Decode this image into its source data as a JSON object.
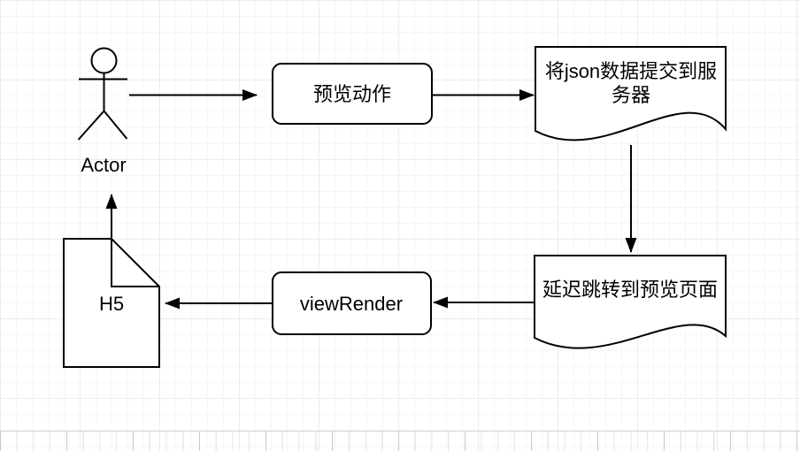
{
  "diagram": {
    "nodes": {
      "actor": {
        "shape": "actor",
        "label": "Actor"
      },
      "preview_action": {
        "shape": "rounded-rectangle",
        "label": "预览动作"
      },
      "submit_json": {
        "shape": "document",
        "label": "将json数据提交到服务器",
        "lines": [
          "将json数据提交到服",
          "务器"
        ]
      },
      "delay_redirect": {
        "shape": "document",
        "label": "延迟跳转到预览页面"
      },
      "view_render": {
        "shape": "rounded-rectangle",
        "label": "viewRender"
      },
      "h5": {
        "shape": "note",
        "label": "H5"
      }
    },
    "edges": [
      {
        "from": "actor",
        "to": "preview_action"
      },
      {
        "from": "preview_action",
        "to": "submit_json"
      },
      {
        "from": "submit_json",
        "to": "delay_redirect"
      },
      {
        "from": "delay_redirect",
        "to": "view_render"
      },
      {
        "from": "view_render",
        "to": "h5"
      },
      {
        "from": "h5",
        "to": "actor"
      }
    ],
    "colors": {
      "stroke": "#000000",
      "shape_fill": "#ffffff",
      "grid_minor": "#f6f6f6",
      "grid_major": "#ececec",
      "page_edge": "#d6d6d6"
    }
  }
}
